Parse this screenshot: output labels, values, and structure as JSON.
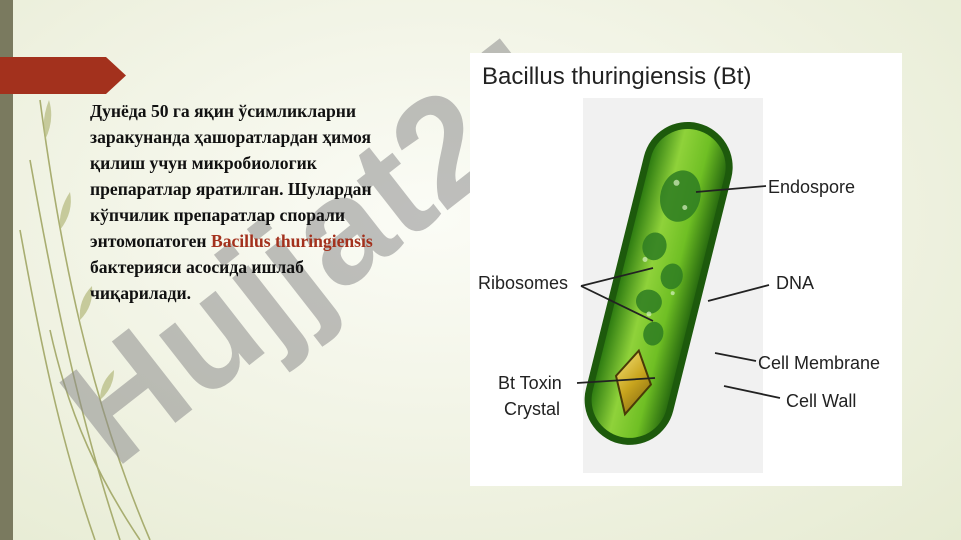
{
  "slide": {
    "paragraph": {
      "before": "Дунёда 50 га яқин ўсимликларни заракунанда ҳашоратлардан ҳимоя қилиш учун микробиологик препаратлар яратилган. Шулардан кўпчилик препаратлар спорали энтомопатоген ",
      "highlight": "Bacillus thuringiensis",
      "after": " бактерияси асосида ишлаб чиқарилади."
    },
    "accent_color": "#a3311d",
    "watermark_text": "Hujjat24"
  },
  "figure": {
    "title": "Bacillus thuringiensis (Bt)",
    "labels": {
      "endospore": "Endospore",
      "ribosomes": "Ribosomes",
      "dna": "DNA",
      "cell_membrane": "Cell Membrane",
      "bt_toxin_line1": "Bt Toxin",
      "bt_toxin_line2": "Crystal",
      "cell_wall": "Cell Wall"
    }
  }
}
